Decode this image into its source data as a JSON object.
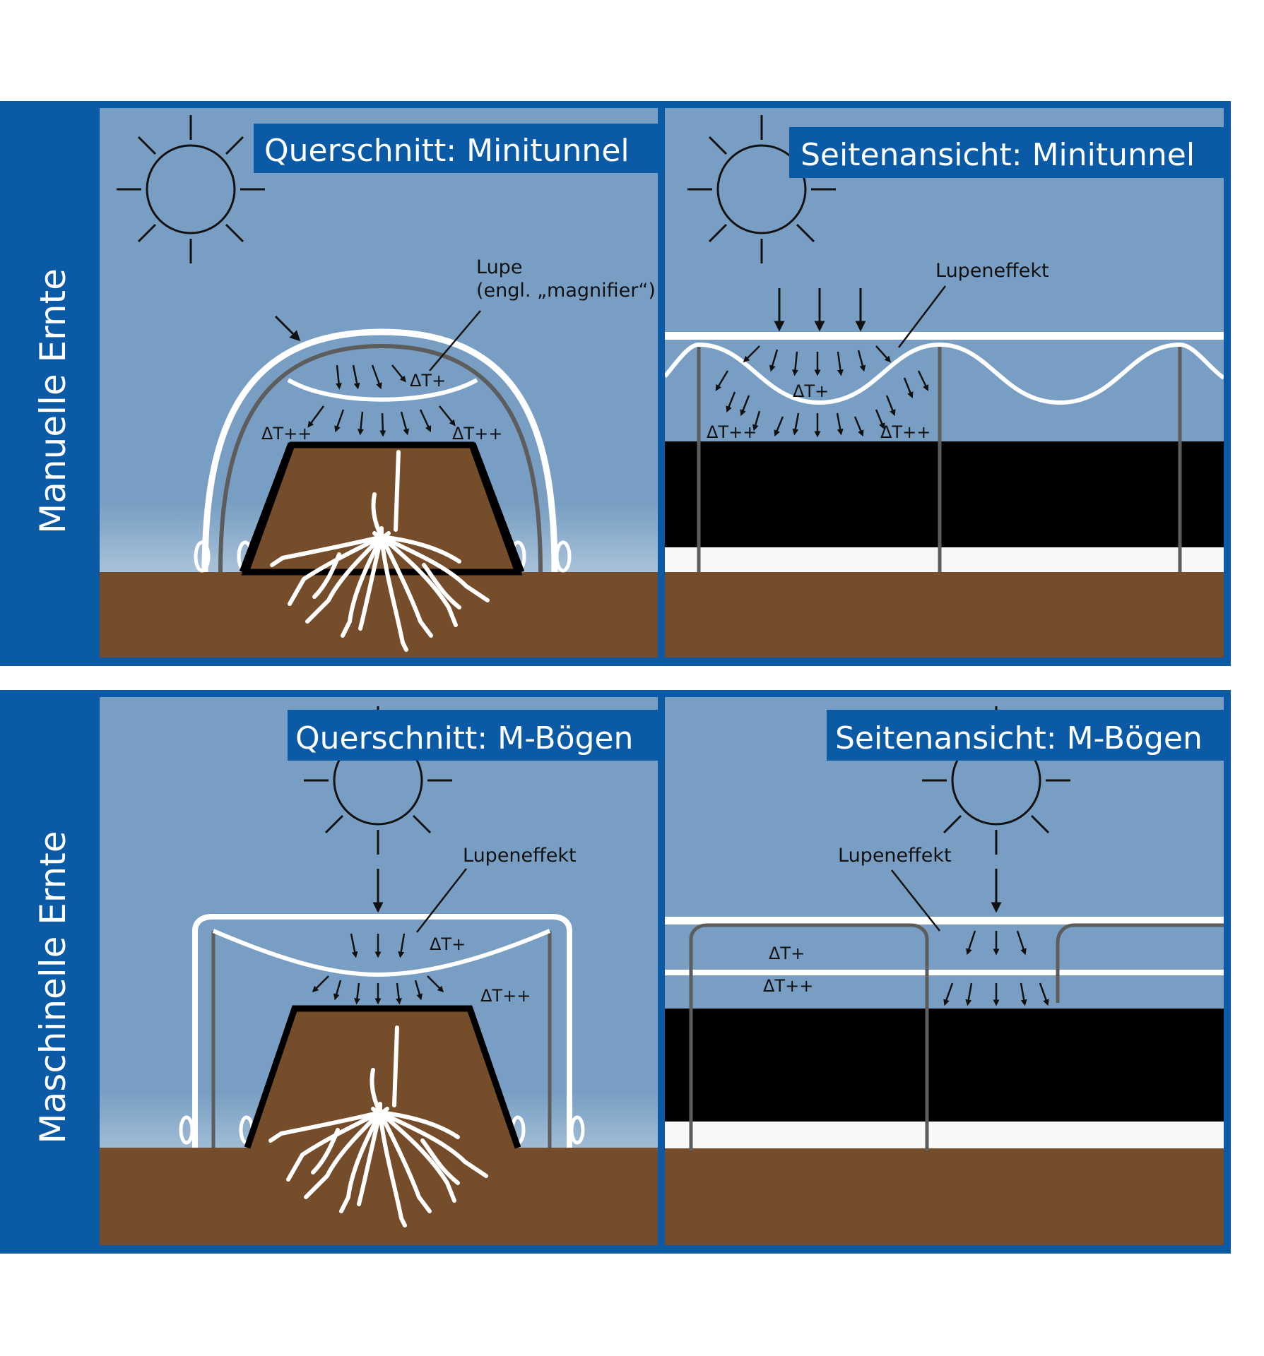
{
  "colors": {
    "frame_blue": "#0a5aa6",
    "sky_blue": "#789fc3",
    "soil_brown": "#764d2b",
    "mulch_black": "#000000",
    "film_white": "#ffffff",
    "arch_gray": "#5d5d5d"
  },
  "rows": [
    {
      "label": "Manuelle Ernte"
    },
    {
      "label": "Maschinelle Ernte"
    }
  ],
  "panels": {
    "manual_cross": {
      "title": "Querschnitt: Minitunnel",
      "annotation_line1": "Lupe",
      "annotation_line2": "(engl. „magnifier“)",
      "delta_plus": "ΔT+",
      "delta_plus_plus": "ΔT++"
    },
    "manual_side": {
      "title": "Seitenansicht: Minitunnel",
      "annotation": "Lupeneffekt",
      "delta_plus": "ΔT+",
      "delta_plus_plus": "ΔT++"
    },
    "machine_cross": {
      "title": "Querschnitt: M-Bögen",
      "annotation": "Lupeneffekt",
      "delta_plus": "ΔT+",
      "delta_plus_plus": "ΔT++"
    },
    "machine_side": {
      "title": "Seitenansicht: M-Bögen",
      "annotation": "Lupeneffekt",
      "delta_plus": "ΔT+",
      "delta_plus_plus": "ΔT++"
    }
  },
  "icons": [
    "sun-icon",
    "arrow-down-icon",
    "plant-roots-icon",
    "tunnel-arch-icon"
  ]
}
